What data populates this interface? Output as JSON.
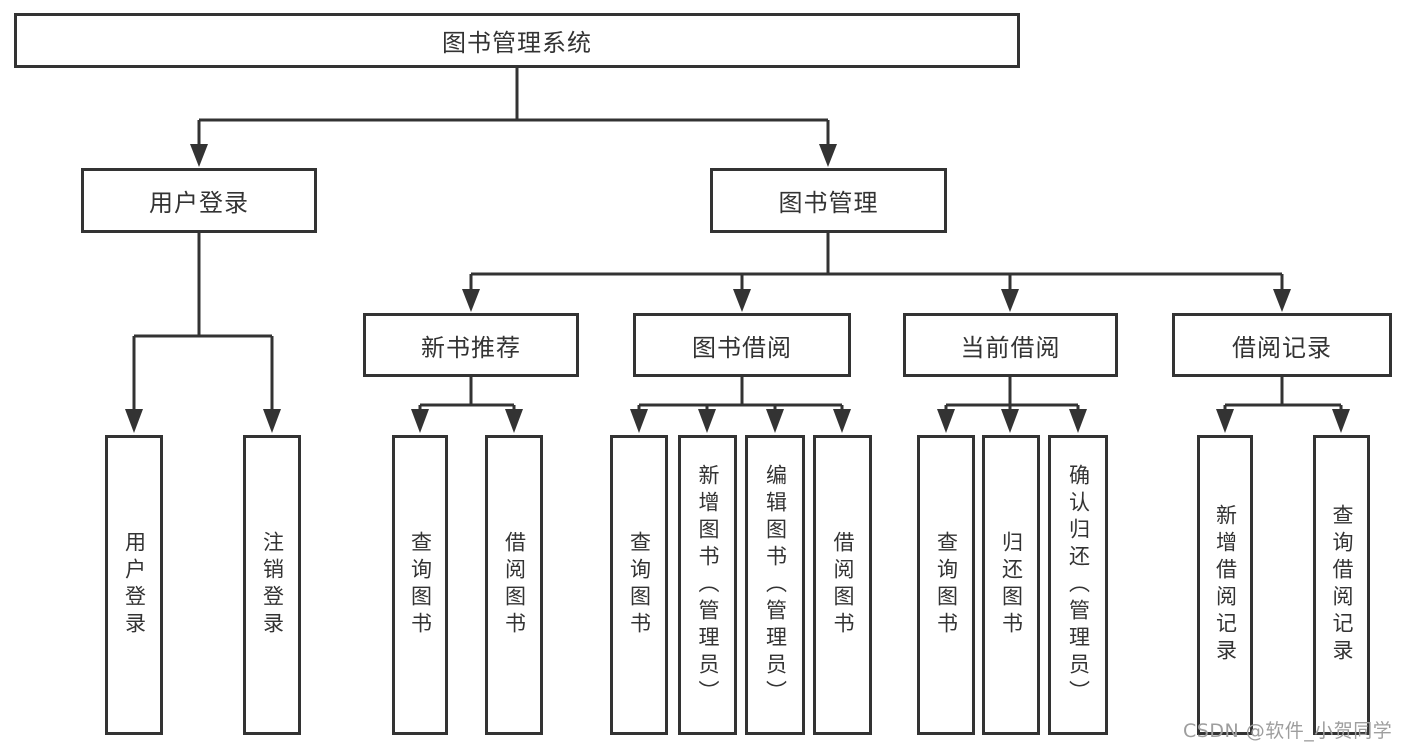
{
  "colors": {
    "line": "#333333",
    "text": "#333333",
    "box_background": "#ffffff",
    "watermark": "#9e9e9e",
    "background": "#ffffff"
  },
  "diagram": {
    "root": {
      "label": "图书管理系统"
    },
    "user_branch": {
      "label": "用户登录",
      "children": [
        "用户登录",
        "注销登录"
      ]
    },
    "mgmt_branch": {
      "label": "图书管理",
      "groups": [
        {
          "label": "新书推荐",
          "children": [
            "查询图书",
            "借阅图书"
          ]
        },
        {
          "label": "图书借阅",
          "children": [
            "查询图书",
            "新增图书（管理员）",
            "编辑图书（管理员）",
            "借阅图书"
          ]
        },
        {
          "label": "当前借阅",
          "children": [
            "查询图书",
            "归还图书",
            "确认归还（管理员）"
          ]
        },
        {
          "label": "借阅记录",
          "children": [
            "新增借阅记录",
            "查询借阅记录"
          ]
        }
      ]
    }
  },
  "watermark": {
    "text": "CSDN @软件_小贺同学"
  }
}
